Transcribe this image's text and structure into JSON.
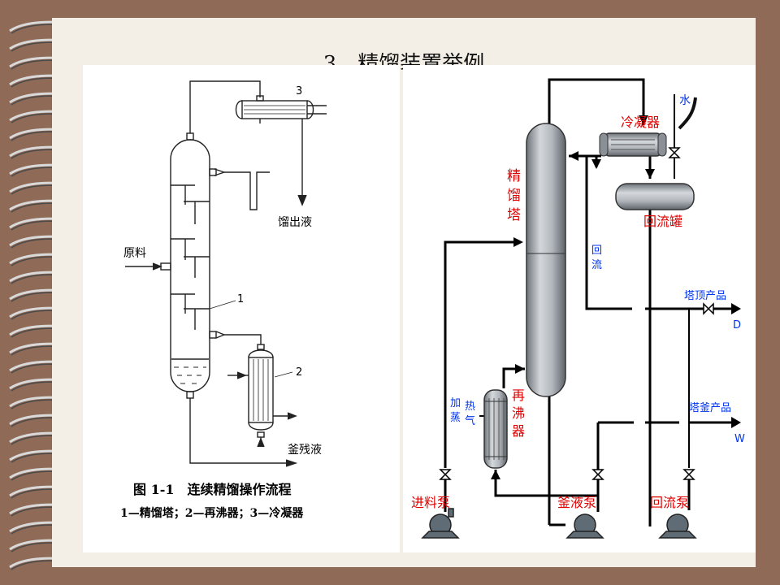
{
  "slide": {
    "title": "3、精馏装置举例"
  },
  "left_figure": {
    "labels": {
      "condenser_no": "3",
      "column_no": "1",
      "reboiler_no": "2",
      "feed": "原料",
      "distillate": "馏出液",
      "residue": "釜残液"
    },
    "caption": "图 1-1　连续精馏操作流程",
    "legend": "1—精馏塔；2—再沸器；3—冷凝器"
  },
  "right_figure": {
    "labels": {
      "column": [
        "精",
        "馏",
        "塔"
      ],
      "condenser": "冷凝器",
      "water": "水",
      "reflux_drum": "回流罐",
      "reflux": [
        "回",
        "流"
      ],
      "top_product": "塔顶产品",
      "top_product_symbol": "D",
      "heating_steam_col1": [
        "加",
        "蒸"
      ],
      "heating_steam_col2": [
        "热",
        "气"
      ],
      "reboiler": [
        "再",
        "沸",
        "器"
      ],
      "bottom_product": "塔釜产品",
      "bottom_product_symbol": "W",
      "feed_pump": "进料泵",
      "bottoms_pump": "釜液泵",
      "reflux_pump": "回流泵"
    },
    "colors": {
      "equipment_label": "#e00000",
      "stream_label": "#0033ee"
    }
  }
}
